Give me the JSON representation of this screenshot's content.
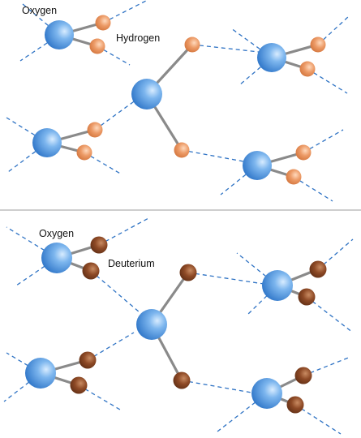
{
  "panels": [
    {
      "oxygen_label": "Oxygen",
      "isotope_label": "Hydrogen",
      "isotope_color": "#e08850"
    },
    {
      "oxygen_label": "Oxygen",
      "isotope_label": "Deuterium",
      "isotope_color": "#7a3f1f"
    }
  ],
  "colors": {
    "oxygen": "#3a86d8",
    "covalent_bond": "#8a8a8a",
    "hydrogen_bond": "#2f73c4",
    "divider": "#b0b0b0"
  }
}
